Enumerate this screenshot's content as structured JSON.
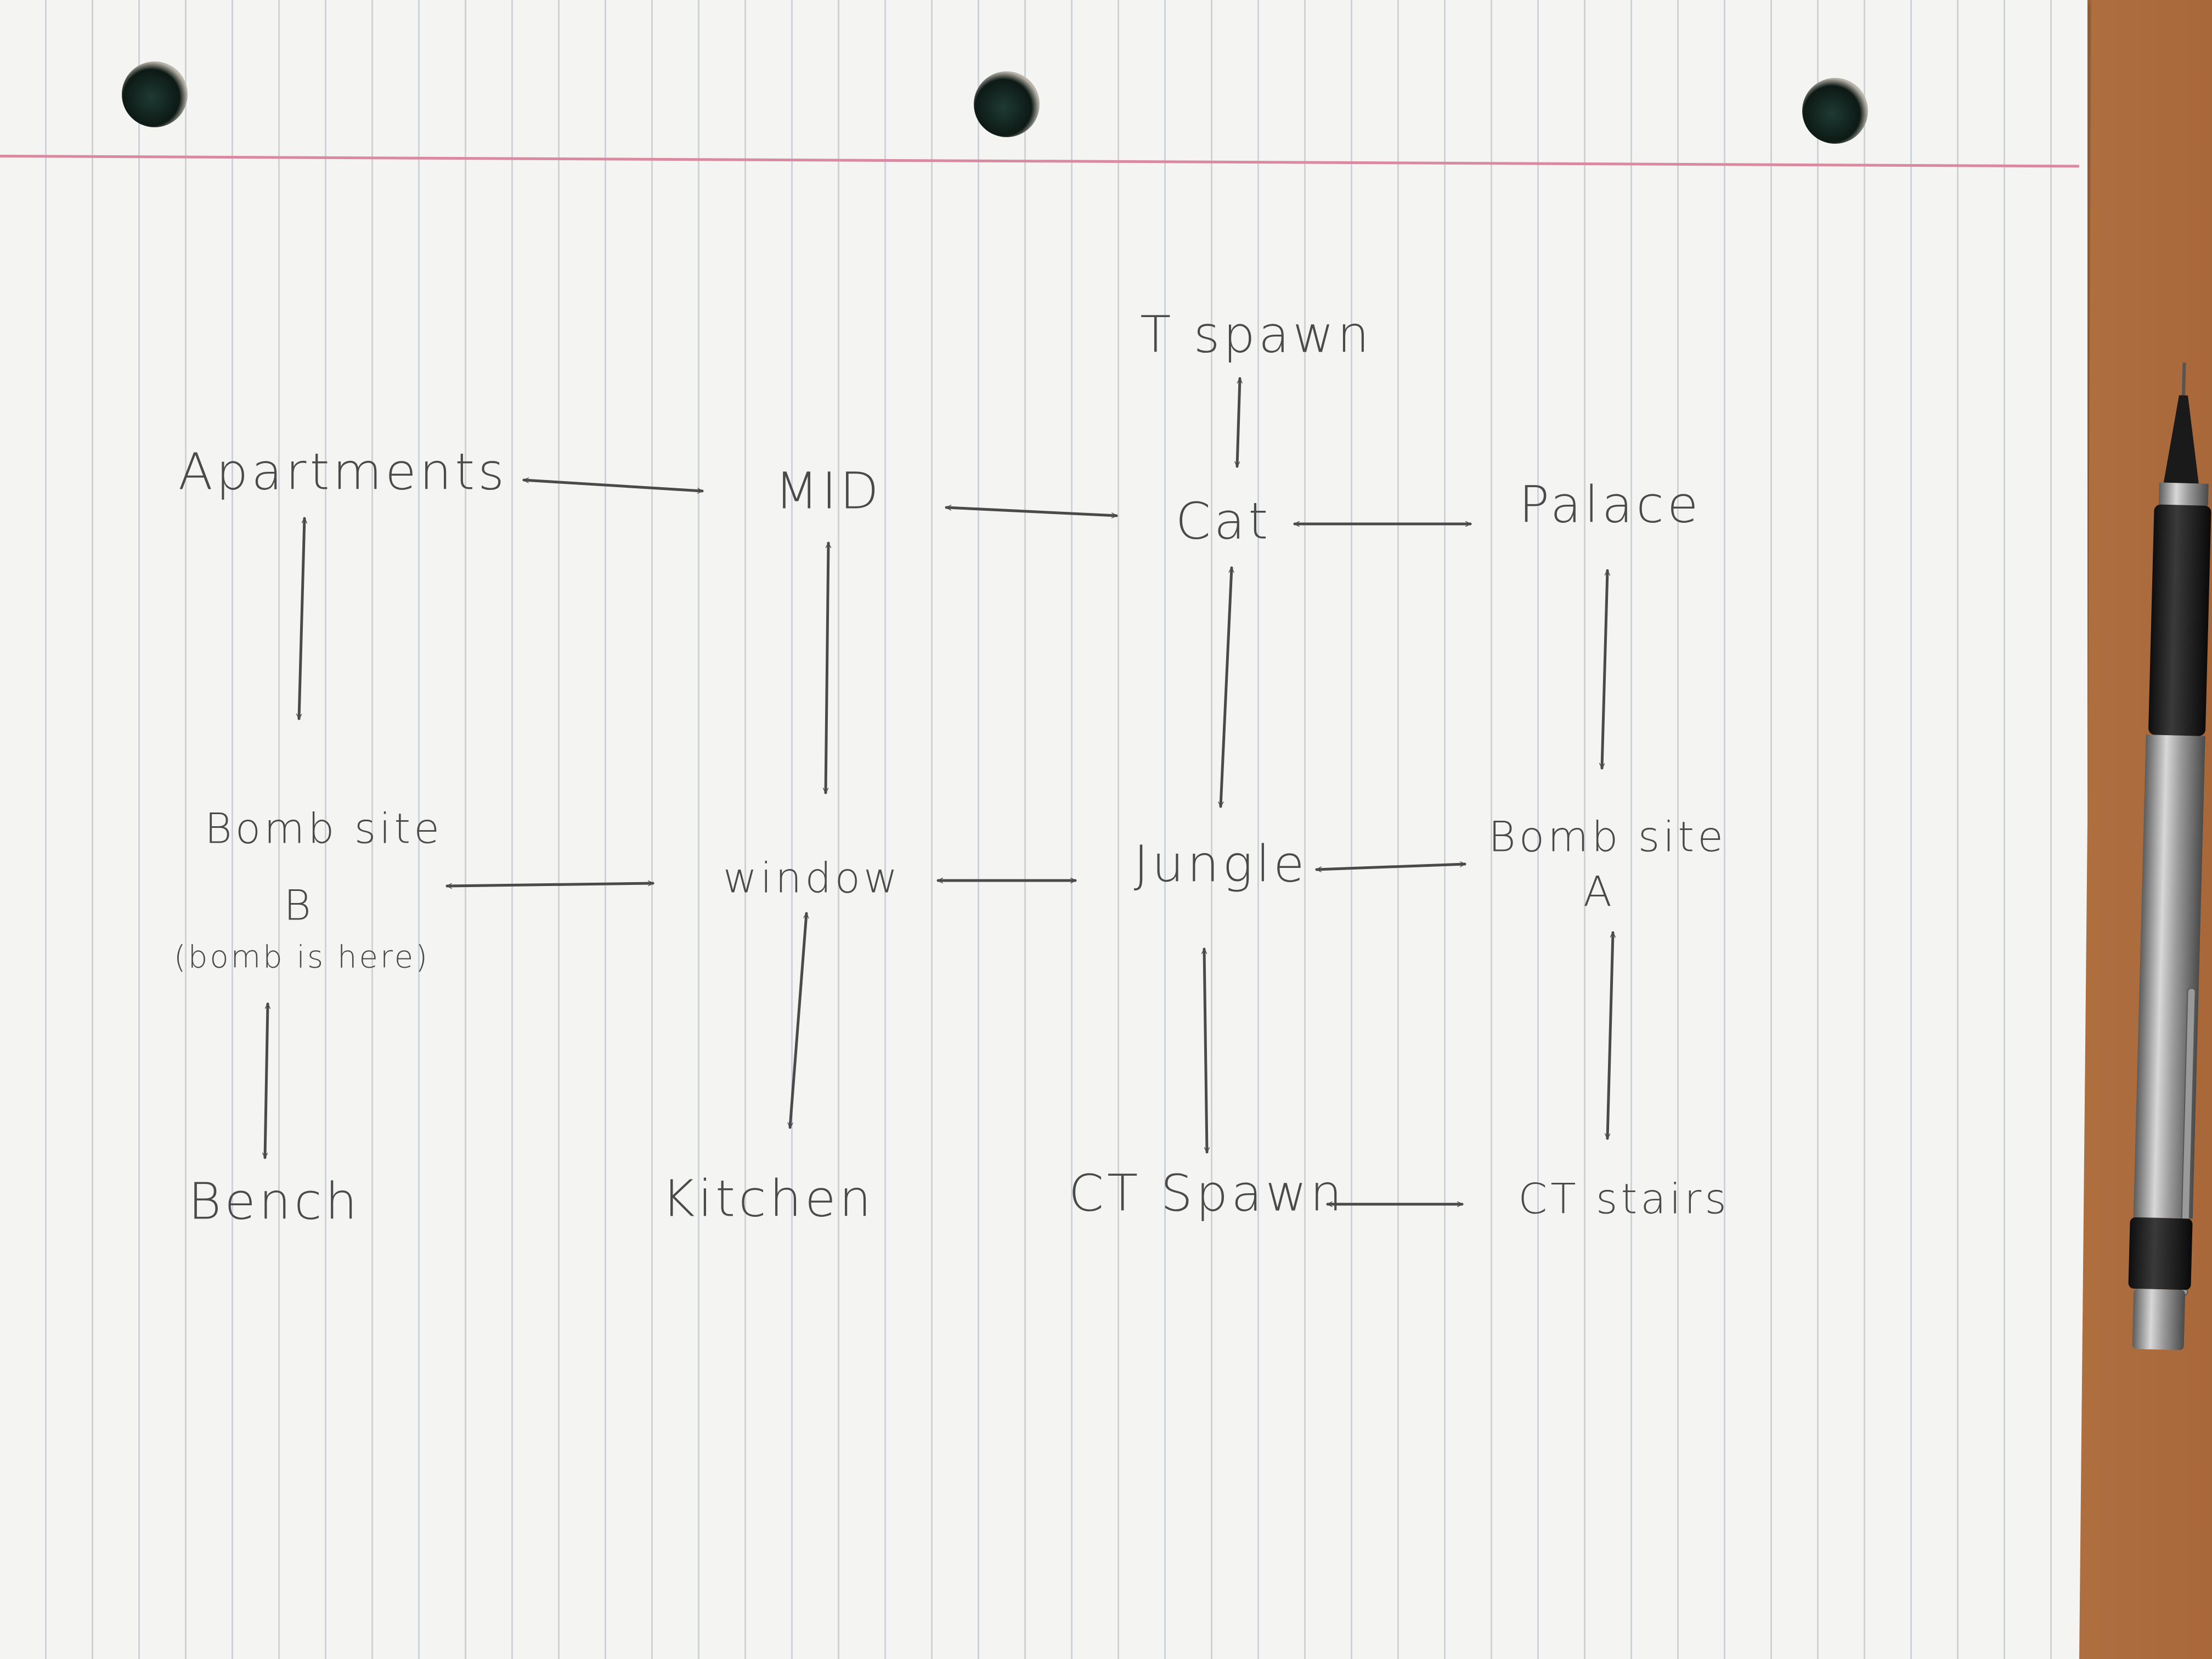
{
  "diagram": {
    "nodes": {
      "t_spawn": "T spawn",
      "apartments": "Apartments",
      "mid": "MID",
      "cat": "Cat",
      "palace": "Palace",
      "bombsite_b_line1": "Bomb site",
      "bombsite_b_line2": "B",
      "bombsite_b_note": "(bomb is here)",
      "window": "window",
      "jungle": "Jungle",
      "bombsite_a_line1": "Bomb site",
      "bombsite_a_line2": "A",
      "bench": "Bench",
      "kitchen": "Kitchen",
      "ct_spawn": "CT Spawn",
      "ct_stairs": "CT stairs"
    },
    "edges": [
      {
        "from": "t_spawn",
        "to": "cat",
        "type": "bidirectional"
      },
      {
        "from": "apartments",
        "to": "mid",
        "type": "bidirectional"
      },
      {
        "from": "mid",
        "to": "cat",
        "type": "bidirectional"
      },
      {
        "from": "cat",
        "to": "palace",
        "type": "bidirectional"
      },
      {
        "from": "apartments",
        "to": "bombsite_b",
        "type": "bidirectional"
      },
      {
        "from": "mid",
        "to": "window",
        "type": "bidirectional"
      },
      {
        "from": "cat",
        "to": "jungle",
        "type": "bidirectional"
      },
      {
        "from": "palace",
        "to": "bombsite_a",
        "type": "bidirectional"
      },
      {
        "from": "bombsite_b",
        "to": "window",
        "type": "bidirectional"
      },
      {
        "from": "window",
        "to": "jungle",
        "type": "bidirectional"
      },
      {
        "from": "jungle",
        "to": "bombsite_a",
        "type": "bidirectional"
      },
      {
        "from": "bombsite_b",
        "to": "bench",
        "type": "bidirectional"
      },
      {
        "from": "window",
        "to": "kitchen",
        "type": "bidirectional"
      },
      {
        "from": "jungle",
        "to": "ct_spawn",
        "type": "bidirectional"
      },
      {
        "from": "bombsite_a",
        "to": "ct_stairs",
        "type": "bidirectional"
      },
      {
        "from": "ct_spawn",
        "to": "ct_stairs",
        "type": "bidirectional"
      }
    ]
  },
  "colors": {
    "ink": "#4a4a4a",
    "paper": "#f4f4f2",
    "rule_line": "#cfd2d6",
    "margin_line": "#d98aa0",
    "desk": "#b87a4b"
  }
}
